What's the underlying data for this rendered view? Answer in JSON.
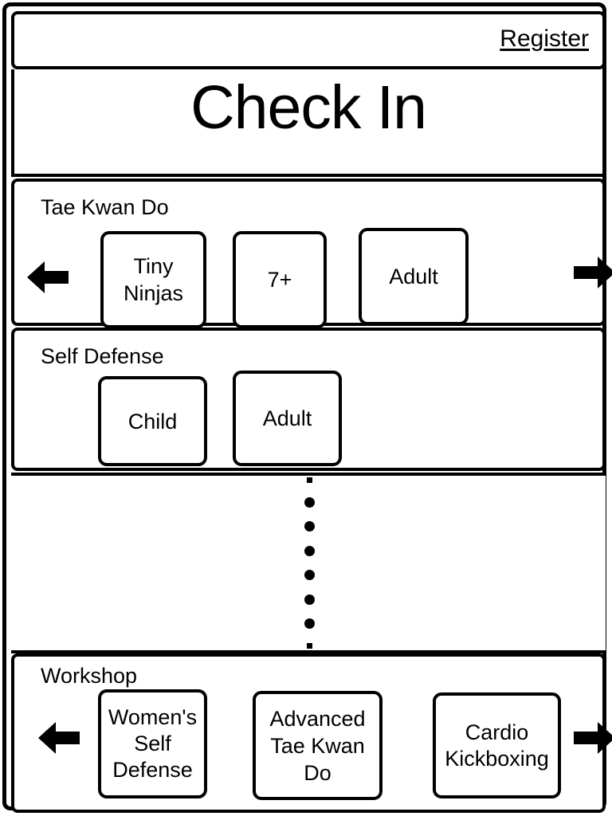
{
  "app": {
    "title": "Check In",
    "theme": {
      "background": "#ffffff",
      "line": "#000000",
      "text": "#000000"
    }
  },
  "header": {
    "register_label": "Register"
  },
  "title_band": {
    "title": "Check In"
  },
  "sections": [
    {
      "id": "tae-kwan-do",
      "label": "Tae Kwan Do",
      "has_arrows": true,
      "prev_arrow": "arrow-left",
      "next_arrow": "arrow-right",
      "buttons": [
        {
          "id": "tiny-ninjas",
          "label": "Tiny\nNinjas"
        },
        {
          "id": "seven-plus",
          "label": "7+"
        },
        {
          "id": "tkd-adult",
          "label": "Adult"
        }
      ]
    },
    {
      "id": "self-defense",
      "label": "Self Defense",
      "has_arrows": false,
      "buttons": [
        {
          "id": "sd-child",
          "label": "Child"
        },
        {
          "id": "sd-adult",
          "label": "Adult"
        }
      ]
    },
    {
      "id": "workshop",
      "label": "Workshop",
      "has_arrows": true,
      "prev_arrow": "arrow-left",
      "next_arrow": "arrow-right",
      "buttons": [
        {
          "id": "womens-self-defense",
          "label": "Women's\nSelf\nDefense"
        },
        {
          "id": "advanced-tae-kwan-do",
          "label": "Advanced\nTae Kwan\nDo"
        },
        {
          "id": "cardio-kickboxing",
          "label": "Cardio\nKickboxing"
        }
      ]
    }
  ],
  "middle_region": {
    "indicator": "vertical-ellipsis",
    "dot_count": 6,
    "cap_marks": 2,
    "description": "more content scroll indicator"
  }
}
